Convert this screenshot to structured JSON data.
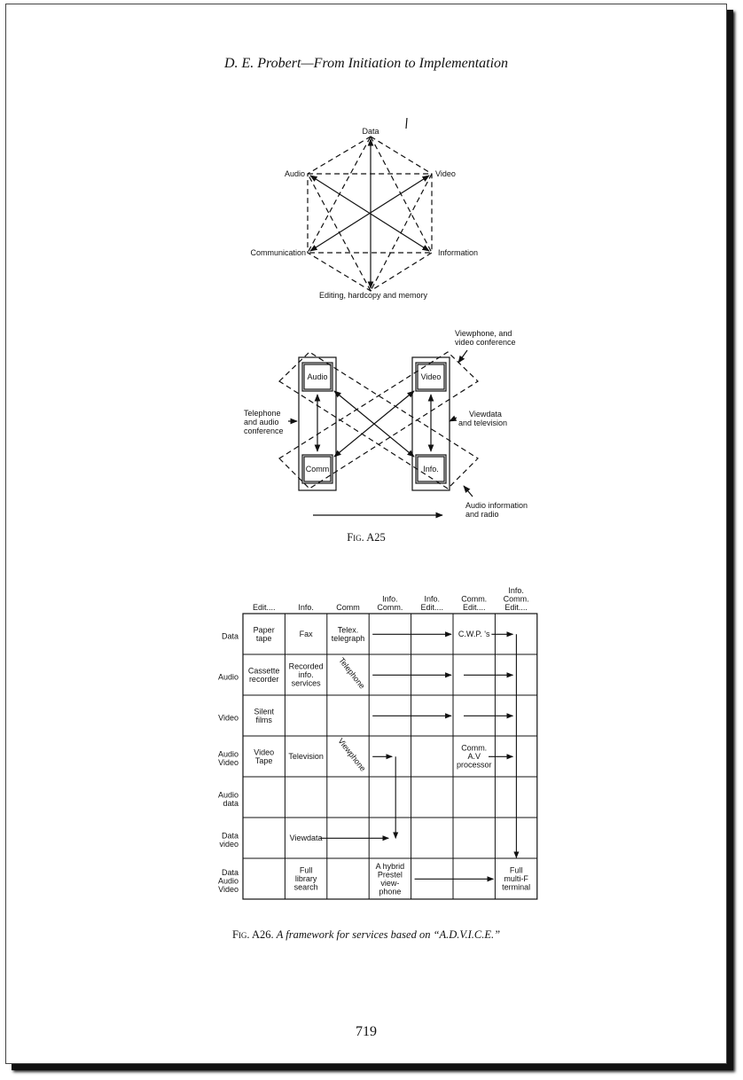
{
  "header": "D. E. Probert—From Initiation to Implementation",
  "hexagon": {
    "top": "Data",
    "upper_left": "Audio",
    "upper_right": "Video",
    "lower_left": "Communication",
    "lower_right": "Information",
    "bottom": "Editing, hardcopy and memory"
  },
  "diagram2": {
    "box_audio": "Audio",
    "box_video": "Video",
    "box_comm": "Comm",
    "box_info": "Info.",
    "label_telephone": [
      "Telephone",
      "and audio",
      "conference"
    ],
    "label_viewphone": [
      "Viewphone, and",
      "video conference"
    ],
    "label_viewdata": [
      "Viewdata",
      "and television"
    ],
    "label_audio_info": [
      "Audio information",
      "and radio"
    ]
  },
  "fig_a25": {
    "label": "Fig. A25"
  },
  "table": {
    "col_headers": [
      [
        "Edit...."
      ],
      [
        "Info."
      ],
      [
        "Comm"
      ],
      [
        "Info.",
        "Comm."
      ],
      [
        "Info.",
        "Edit...."
      ],
      [
        "Comm.",
        "Edit...."
      ],
      [
        "Info.",
        "Comm.",
        "Edit...."
      ]
    ],
    "row_headers": [
      [
        "Data"
      ],
      [
        "Audio"
      ],
      [
        "Video"
      ],
      [
        "Audio",
        "Video"
      ],
      [
        "Audio",
        "data"
      ],
      [
        "Data",
        "video"
      ],
      [
        "Data",
        "Audio",
        "Video"
      ]
    ],
    "cells": [
      {
        "r": 0,
        "c": 0,
        "lines": [
          "Paper",
          "tape"
        ]
      },
      {
        "r": 0,
        "c": 1,
        "lines": [
          "Fax"
        ]
      },
      {
        "r": 0,
        "c": 2,
        "lines": [
          "Telex.",
          "telegraph"
        ]
      },
      {
        "r": 0,
        "c": 5,
        "lines": [
          "C.W.P. 's"
        ]
      },
      {
        "r": 1,
        "c": 0,
        "lines": [
          "Cassette",
          "recorder"
        ]
      },
      {
        "r": 1,
        "c": 1,
        "lines": [
          "Recorded",
          "info.",
          "services"
        ]
      },
      {
        "r": 2,
        "c": 0,
        "lines": [
          "Silent",
          "films"
        ]
      },
      {
        "r": 3,
        "c": 0,
        "lines": [
          "Video",
          "Tape"
        ]
      },
      {
        "r": 3,
        "c": 1,
        "lines": [
          "Television"
        ]
      },
      {
        "r": 3,
        "c": 5,
        "lines": [
          "Comm.",
          "A.V",
          "processor"
        ]
      },
      {
        "r": 5,
        "c": 1,
        "lines": [
          "Viewdata"
        ]
      },
      {
        "r": 6,
        "c": 1,
        "lines": [
          "Full",
          "library",
          "search"
        ]
      },
      {
        "r": 6,
        "c": 3,
        "lines": [
          "A hybrid",
          "Prestel",
          "view-",
          "phone"
        ]
      },
      {
        "r": 6,
        "c": 6,
        "lines": [
          "Full",
          "multi-F",
          "terminal"
        ]
      }
    ],
    "rotated_cells": [
      {
        "r": 1,
        "c": 2,
        "text": "Telephone"
      },
      {
        "r": 3,
        "c": 2,
        "text": "Viewphone"
      }
    ]
  },
  "fig_a26": {
    "label": "Fig. A26.",
    "text": "A framework for services based on “A.D.V.I.C.E.”"
  },
  "page_number": "719"
}
